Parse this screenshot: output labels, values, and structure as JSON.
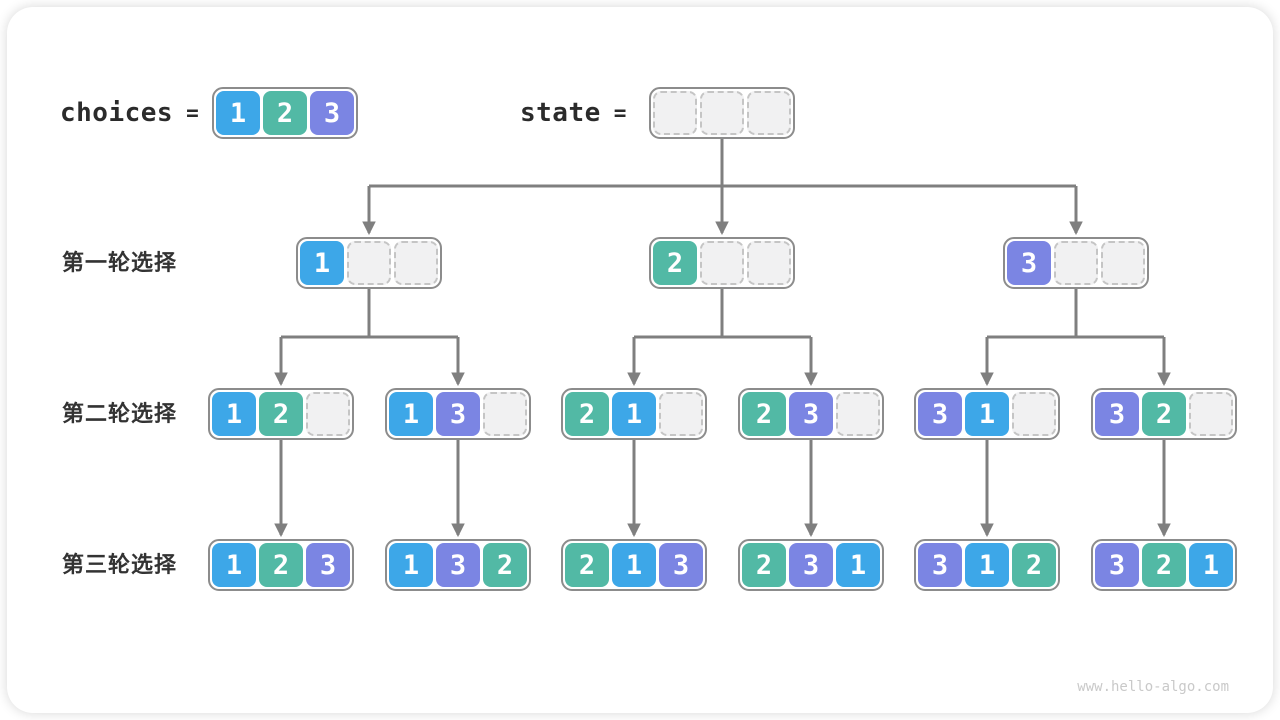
{
  "header": {
    "choices_label": "choices",
    "equals_sign": "=",
    "state_label": "state",
    "choices_cells": [
      1,
      2,
      3
    ],
    "state_cells": [
      null,
      null,
      null
    ]
  },
  "colors": {
    "1": "#3da7e8",
    "2": "#52b9a5",
    "3": "#7b85e3",
    "arrow": "#7f7f7f",
    "node_border": "#8c8c8c"
  },
  "rows": [
    {
      "label": "第一轮选择",
      "nodes": [
        {
          "cells": [
            1,
            null,
            null
          ]
        },
        {
          "cells": [
            2,
            null,
            null
          ]
        },
        {
          "cells": [
            3,
            null,
            null
          ]
        }
      ]
    },
    {
      "label": "第二轮选择",
      "nodes": [
        {
          "cells": [
            1,
            2,
            null
          ]
        },
        {
          "cells": [
            1,
            3,
            null
          ]
        },
        {
          "cells": [
            2,
            1,
            null
          ]
        },
        {
          "cells": [
            2,
            3,
            null
          ]
        },
        {
          "cells": [
            3,
            1,
            null
          ]
        },
        {
          "cells": [
            3,
            2,
            null
          ]
        }
      ]
    },
    {
      "label": "第三轮选择",
      "nodes": [
        {
          "cells": [
            1,
            2,
            3
          ]
        },
        {
          "cells": [
            1,
            3,
            2
          ]
        },
        {
          "cells": [
            2,
            1,
            3
          ]
        },
        {
          "cells": [
            2,
            3,
            1
          ]
        },
        {
          "cells": [
            3,
            1,
            2
          ]
        },
        {
          "cells": [
            3,
            2,
            1
          ]
        }
      ]
    }
  ],
  "edges": [
    {
      "from": "state",
      "to": [
        "r0n0",
        "r0n1",
        "r0n2"
      ]
    },
    {
      "from": "r0n0",
      "to": [
        "r1n0",
        "r1n1"
      ]
    },
    {
      "from": "r0n1",
      "to": [
        "r1n2",
        "r1n3"
      ]
    },
    {
      "from": "r0n2",
      "to": [
        "r1n4",
        "r1n5"
      ]
    },
    {
      "from": "r1n0",
      "to": [
        "r2n0"
      ]
    },
    {
      "from": "r1n1",
      "to": [
        "r2n1"
      ]
    },
    {
      "from": "r1n2",
      "to": [
        "r2n2"
      ]
    },
    {
      "from": "r1n3",
      "to": [
        "r2n3"
      ]
    },
    {
      "from": "r1n4",
      "to": [
        "r2n4"
      ]
    },
    {
      "from": "r1n5",
      "to": [
        "r2n5"
      ]
    }
  ],
  "watermark": "www.hello-algo.com"
}
